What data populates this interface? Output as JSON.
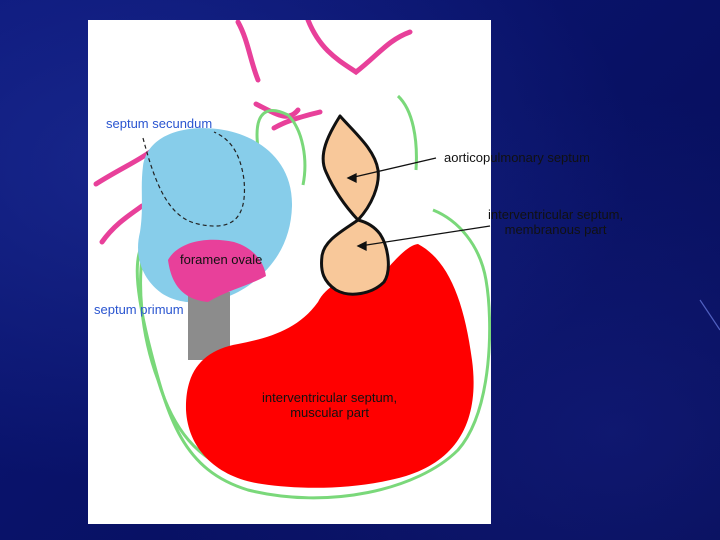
{
  "labels": {
    "septum_secundum": "septum secundum",
    "aorticopulmonary_septum": "aorticopulmonary septum",
    "ivs_membranous_line1": "interventricular septum,",
    "ivs_membranous_line2": "membranous part",
    "foramen_ovale": "foramen ovale",
    "septum_primum": "septum primum",
    "ivs_muscular_line1": "interventricular septum,",
    "ivs_muscular_line2": "muscular part"
  },
  "colors": {
    "slide_background": "#0a1470",
    "septum_secundum": "#87cdea",
    "foramen_ovale": "#e8409a",
    "septum_primum": "#8c8c8c",
    "aorticopulmonary_septum": "#f8c89a",
    "interventricular_muscular": "#ff0000",
    "outline_green": "#7ad87a",
    "vessels_pink": "#e8409a",
    "label_blue": "#2a55d0"
  }
}
